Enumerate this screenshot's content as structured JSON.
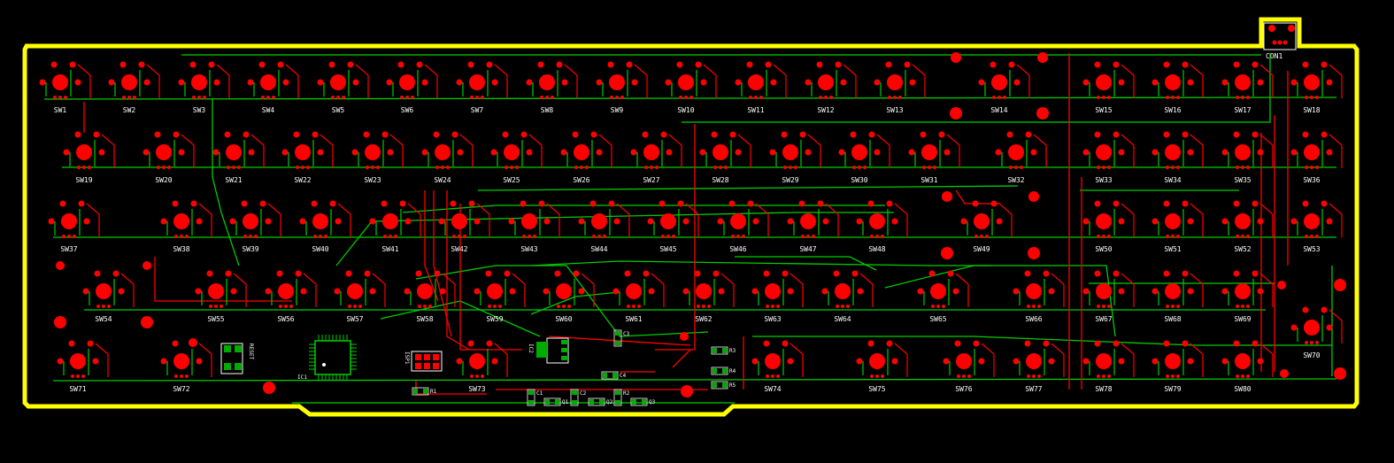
{
  "colors": {
    "background": "#000000",
    "outline": "#ffff00",
    "copper_top": "#ff0000",
    "copper_bottom": "#00cc00",
    "pad": "#ff0000",
    "silkscreen": "#ffffff",
    "component_body": "#00aa00"
  },
  "connector": {
    "label": "CON1"
  },
  "switch_rows": [
    [
      "SW1",
      "SW2",
      "SW3",
      "SW4",
      "SW5",
      "SW6",
      "SW7",
      "SW8",
      "SW9",
      "SW10",
      "SW11",
      "SW12",
      "SW13",
      "SW14",
      "SW15",
      "SW16",
      "SW17",
      "SW18"
    ],
    [
      "SW19",
      "SW20",
      "SW21",
      "SW22",
      "SW23",
      "SW24",
      "SW25",
      "SW26",
      "SW27",
      "SW28",
      "SW29",
      "SW30",
      "SW31",
      "SW32",
      "SW33",
      "SW34",
      "SW35",
      "SW36"
    ],
    [
      "SW37",
      "SW38",
      "SW39",
      "SW40",
      "SW41",
      "SW42",
      "SW43",
      "SW44",
      "SW45",
      "SW46",
      "SW47",
      "SW48",
      "SW49",
      "SW50",
      "SW51",
      "SW52",
      "SW53"
    ],
    [
      "SW54",
      "SW55",
      "SW56",
      "SW57",
      "SW58",
      "SW59",
      "SW60",
      "SW61",
      "SW62",
      "SW63",
      "SW64",
      "SW65",
      "SW66",
      "SW67",
      "SW68",
      "SW69"
    ],
    [
      "SW70",
      "SW71",
      "SW72",
      "SW73",
      "SW74",
      "SW75",
      "SW76",
      "SW77",
      "SW78",
      "SW79",
      "SW80"
    ]
  ],
  "components": {
    "ic1": "IC1",
    "ic2": "IC2",
    "reset": "RESET",
    "isp": "ISP1",
    "r1": "R1",
    "r2": "R2",
    "r3": "R3",
    "r4": "R4",
    "r5": "R5",
    "c1": "C1",
    "c2": "C2",
    "c3": "C3",
    "c4": "C4",
    "q1": "Q1",
    "q2": "Q2",
    "q3": "Q3"
  }
}
